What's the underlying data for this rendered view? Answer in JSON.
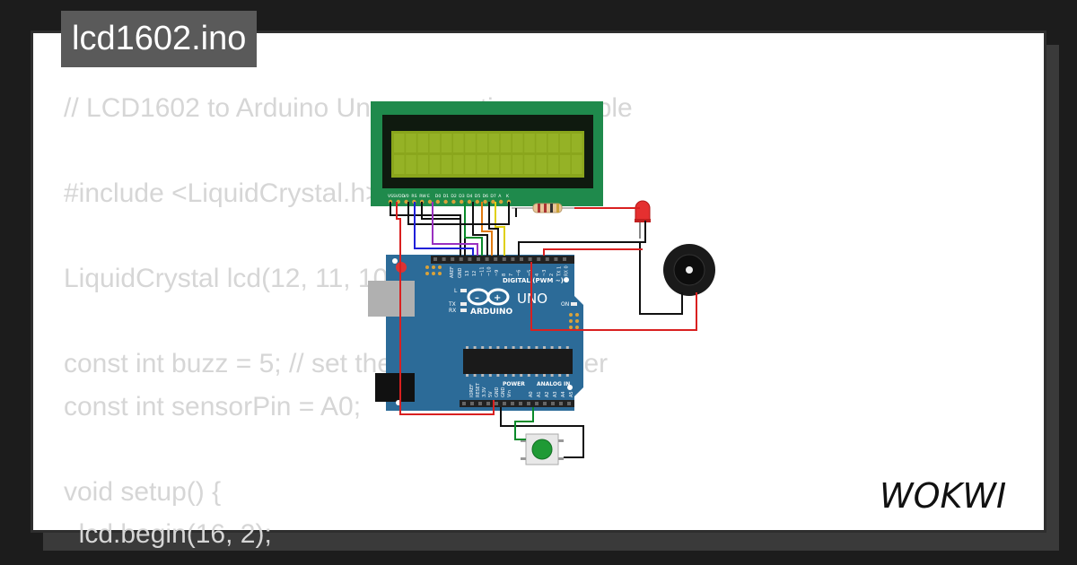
{
  "file_tab": {
    "label": "lcd1602.ino"
  },
  "code_lines": [
    "// LCD1602 to Arduino Uno connection example",
    "",
    "#include <LiquidCrystal.h>",
    "",
    "LiquidCrystal lcd(12, 11, 10, 9, 8, 7);",
    "",
    "const int buzz = 5; // set the pin for the buzzer",
    "const int sensorPin = A0;",
    "",
    "void setup() {",
    "  lcd.begin(16, 2);"
  ],
  "lcd": {
    "pin_labels": [
      "VSS",
      "VDD",
      "V0",
      "RS",
      "RW",
      "E",
      "D0",
      "D1",
      "D2",
      "D3",
      "D4",
      "D5",
      "D6",
      "D7",
      "A",
      "K"
    ]
  },
  "arduino": {
    "brand": "ARDUINO",
    "model": "UNO",
    "digital_label": "DIGITAL (PWM ~)",
    "power_label": "POWER",
    "analog_label": "ANALOG IN",
    "aref": "AREF",
    "gnd": "GND",
    "tx": "TX",
    "rx": "RX",
    "l_led": "L",
    "on_led": "ON",
    "digital_pins": [
      "13",
      "12",
      "~11",
      "~10",
      "~9",
      "8",
      "7",
      "~6",
      "~5",
      "4",
      "~3",
      "2",
      "TX 1",
      "RX 0"
    ],
    "power_pins": [
      "IOREF",
      "RESET",
      "3.3V",
      "5V",
      "GND",
      "GND",
      "Vin"
    ],
    "analog_pins": [
      "A0",
      "A1",
      "A2",
      "A3",
      "A4",
      "A5"
    ]
  },
  "branding": {
    "logo_text": "WOKWI"
  },
  "colors": {
    "background": "#1c1c1c",
    "card": "#ffffff",
    "code_text": "#d6d6d6",
    "tab_bg": "#5a5a5a",
    "board": "#2c6b98",
    "lcd_pcb": "#1f8a4c",
    "lcd_screen": "#8aa61c"
  }
}
